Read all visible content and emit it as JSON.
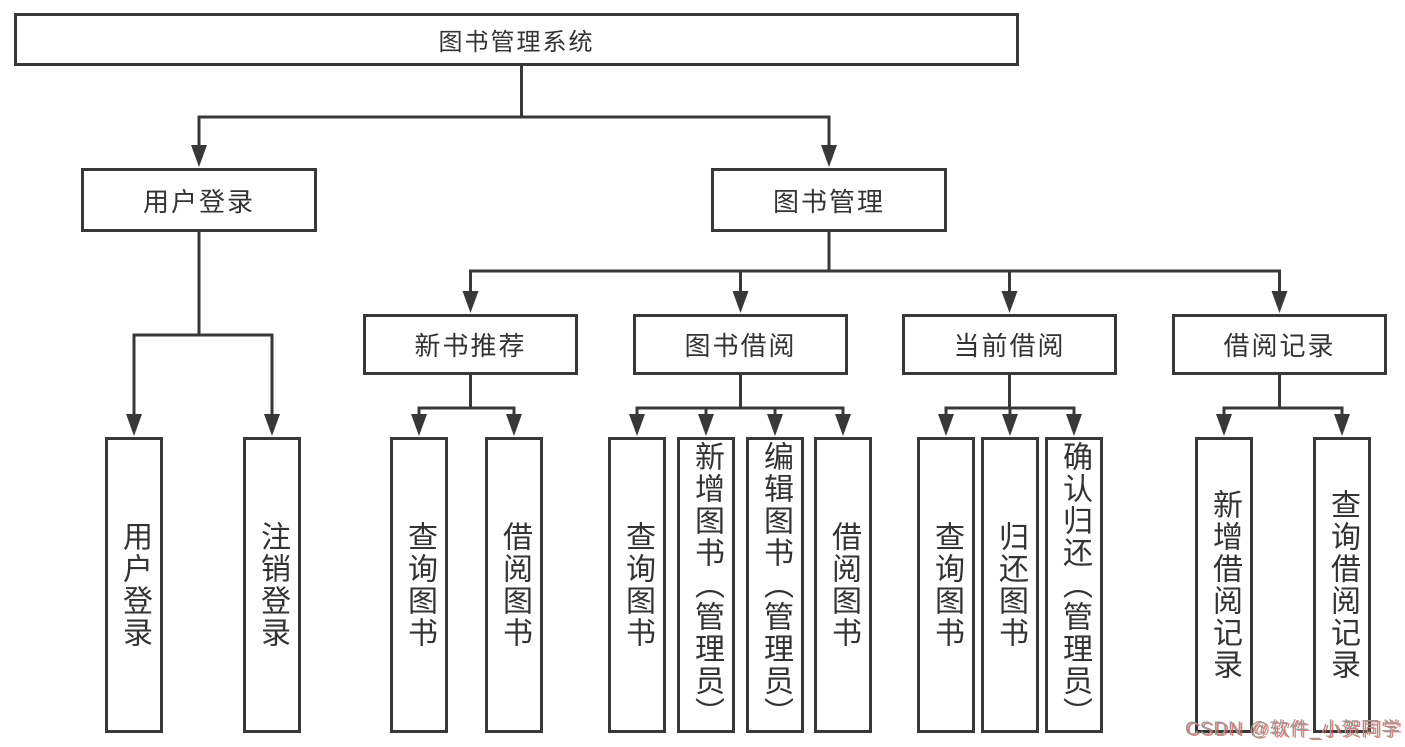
{
  "diagram_title": "图书管理系统",
  "nodes": {
    "root": "图书管理系统",
    "userLogin": "用户登录",
    "bookMgmt": "图书管理",
    "newBook": "新书推荐",
    "bookBorrow": "图书借阅",
    "currentBorrow": "当前借阅",
    "borrowRecords": "借阅记录",
    "leafUserLogin": "用户登录",
    "leafLogout": "注销登录",
    "leafQueryBookA": "查询图书",
    "leafBorrowBookA": "借阅图书",
    "leafQueryBookB": "查询图书",
    "leafAddBook": "新增图书（管理员）",
    "leafEditBook": "编辑图书（管理员）",
    "leafBorrowBookB": "借阅图书",
    "leafQueryBookC": "查询图书",
    "leafReturnBook": "归还图书",
    "leafConfirmReturn": "确认归还（管理员）",
    "leafAddRecord": "新增借阅记录",
    "leafQueryRecord": "查询借阅记录"
  },
  "hierarchy": {
    "图书管理系统": [
      "用户登录",
      "图书管理"
    ],
    "用户登录": [
      "用户登录",
      "注销登录"
    ],
    "图书管理": [
      "新书推荐",
      "图书借阅",
      "当前借阅",
      "借阅记录"
    ],
    "新书推荐": [
      "查询图书",
      "借阅图书"
    ],
    "图书借阅": [
      "查询图书",
      "新增图书（管理员）",
      "编辑图书（管理员）",
      "借阅图书"
    ],
    "当前借阅": [
      "查询图书",
      "归还图书",
      "确认归还（管理员）"
    ],
    "借阅记录": [
      "新增借阅记录",
      "查询借阅记录"
    ]
  },
  "watermark": {
    "text": "CSDN @软件_小贺同学",
    "gray_color": "#9a9a9a",
    "red_color": "#e0514a"
  },
  "colors": {
    "line": "#383838",
    "text": "#333333",
    "background": "#ffffff"
  }
}
